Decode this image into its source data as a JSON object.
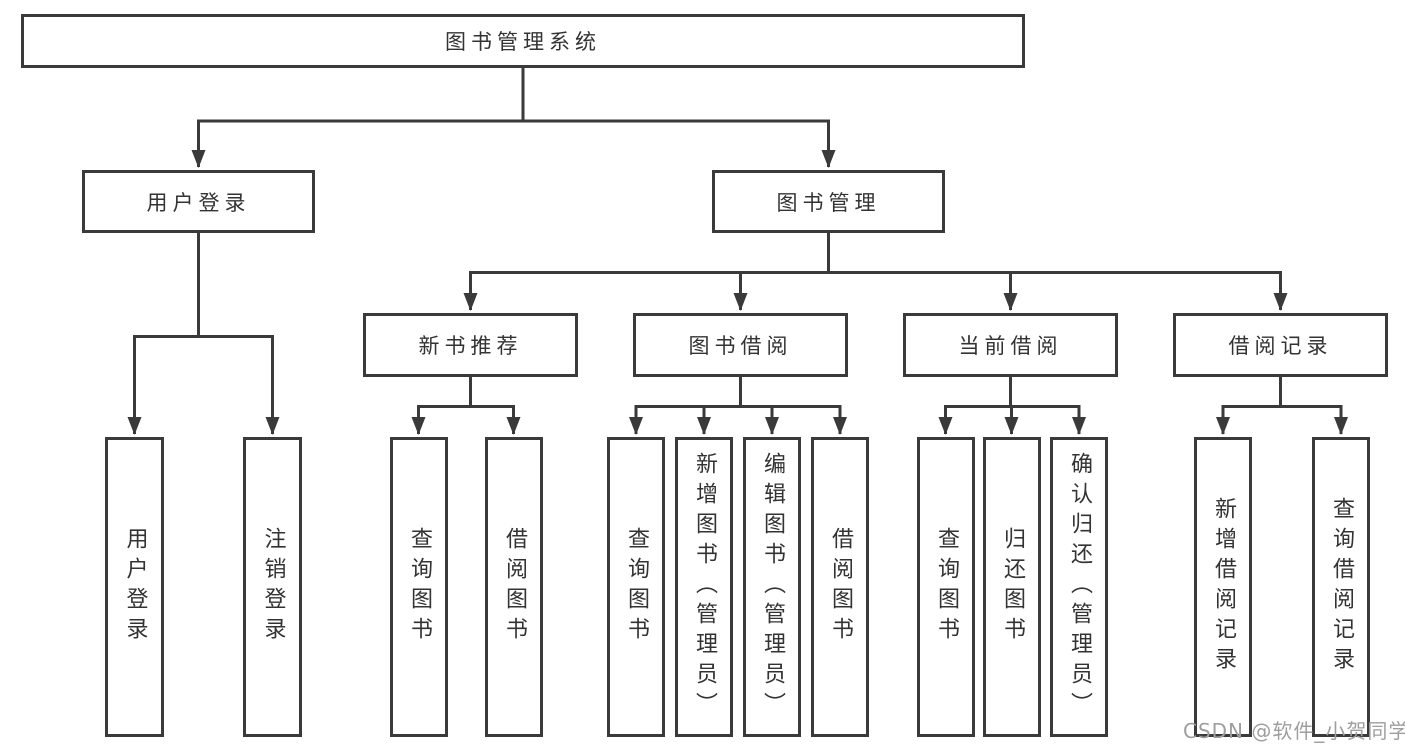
{
  "diagram": {
    "type": "tree",
    "title": "图书管理系统",
    "watermark": "CSDN @软件_小贺同学",
    "colors": {
      "line": "#3a3a3a",
      "text": "#333333",
      "box_fill": "#ffffff",
      "background": "#ffffff",
      "watermark": "#9e9e9e"
    },
    "nodes": {
      "root": {
        "label": "图书管理系统"
      },
      "user_login": {
        "label": "用户登录"
      },
      "book_management": {
        "label": "图书管理"
      },
      "new_book_recommend": {
        "label": "新书推荐"
      },
      "book_borrow": {
        "label": "图书借阅"
      },
      "current_borrow": {
        "label": "当前借阅"
      },
      "borrow_records": {
        "label": "借阅记录"
      },
      "leaf_user_login": {
        "label": "用户登录"
      },
      "leaf_logout": {
        "label": "注销登录"
      },
      "leaf_rec_query": {
        "label": "查询图书"
      },
      "leaf_rec_borrow": {
        "label": "借阅图书"
      },
      "leaf_bb_query": {
        "label": "查询图书"
      },
      "leaf_bb_add": {
        "label": "新增图书（管理员）"
      },
      "leaf_bb_edit": {
        "label": "编辑图书（管理员）"
      },
      "leaf_bb_borrow": {
        "label": "借阅图书"
      },
      "leaf_cb_query": {
        "label": "查询图书"
      },
      "leaf_cb_return": {
        "label": "归还图书"
      },
      "leaf_cb_confirm": {
        "label": "确认归还（管理员）"
      },
      "leaf_br_add": {
        "label": "新增借阅记录"
      },
      "leaf_br_query": {
        "label": "查询借阅记录"
      }
    },
    "structure": {
      "图书管理系统": {
        "用户登录": [
          "用户登录",
          "注销登录"
        ],
        "图书管理": {
          "新书推荐": [
            "查询图书",
            "借阅图书"
          ],
          "图书借阅": [
            "查询图书",
            "新增图书（管理员）",
            "编辑图书（管理员）",
            "借阅图书"
          ],
          "当前借阅": [
            "查询图书",
            "归还图书",
            "确认归还（管理员）"
          ],
          "借阅记录": [
            "新增借阅记录",
            "查询借阅记录"
          ]
        }
      }
    }
  }
}
